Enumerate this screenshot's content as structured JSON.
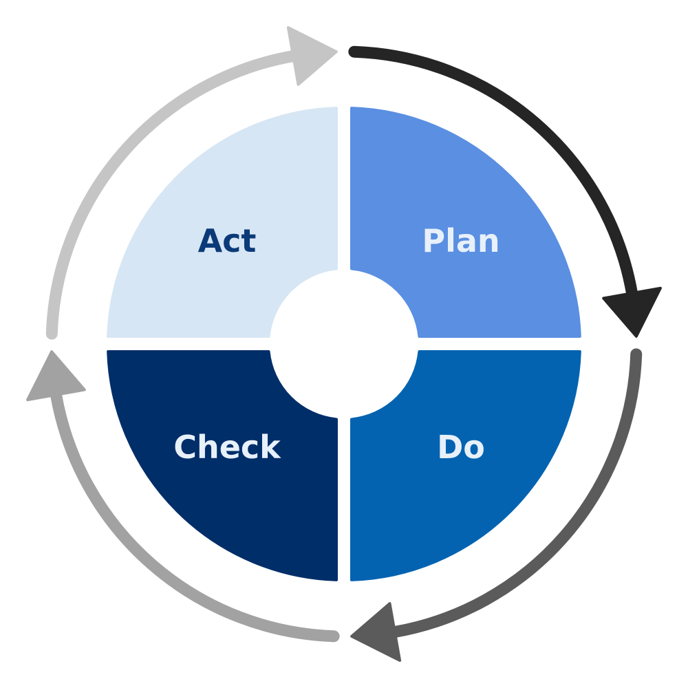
{
  "title": "PDCA Cycle",
  "quadrants": [
    {
      "id": "plan",
      "label": "Plan",
      "color": "#5a8fe2",
      "text_color": "#e8f0fa"
    },
    {
      "id": "do",
      "label": "Do",
      "color": "#0463b0",
      "text_color": "#e8f0fa"
    },
    {
      "id": "check",
      "label": "Check",
      "color": "#002e69",
      "text_color": "#e8f0fa"
    },
    {
      "id": "act",
      "label": "Act",
      "color": "#d7e6f4",
      "text_color": "#0b3a78"
    }
  ],
  "arrows": [
    {
      "id": "plan-to-do",
      "color": "#252525"
    },
    {
      "id": "do-to-check",
      "color": "#5b5b5b"
    },
    {
      "id": "check-to-act",
      "color": "#a2a2a2"
    },
    {
      "id": "act-to-plan",
      "color": "#c5c5c5"
    }
  ]
}
